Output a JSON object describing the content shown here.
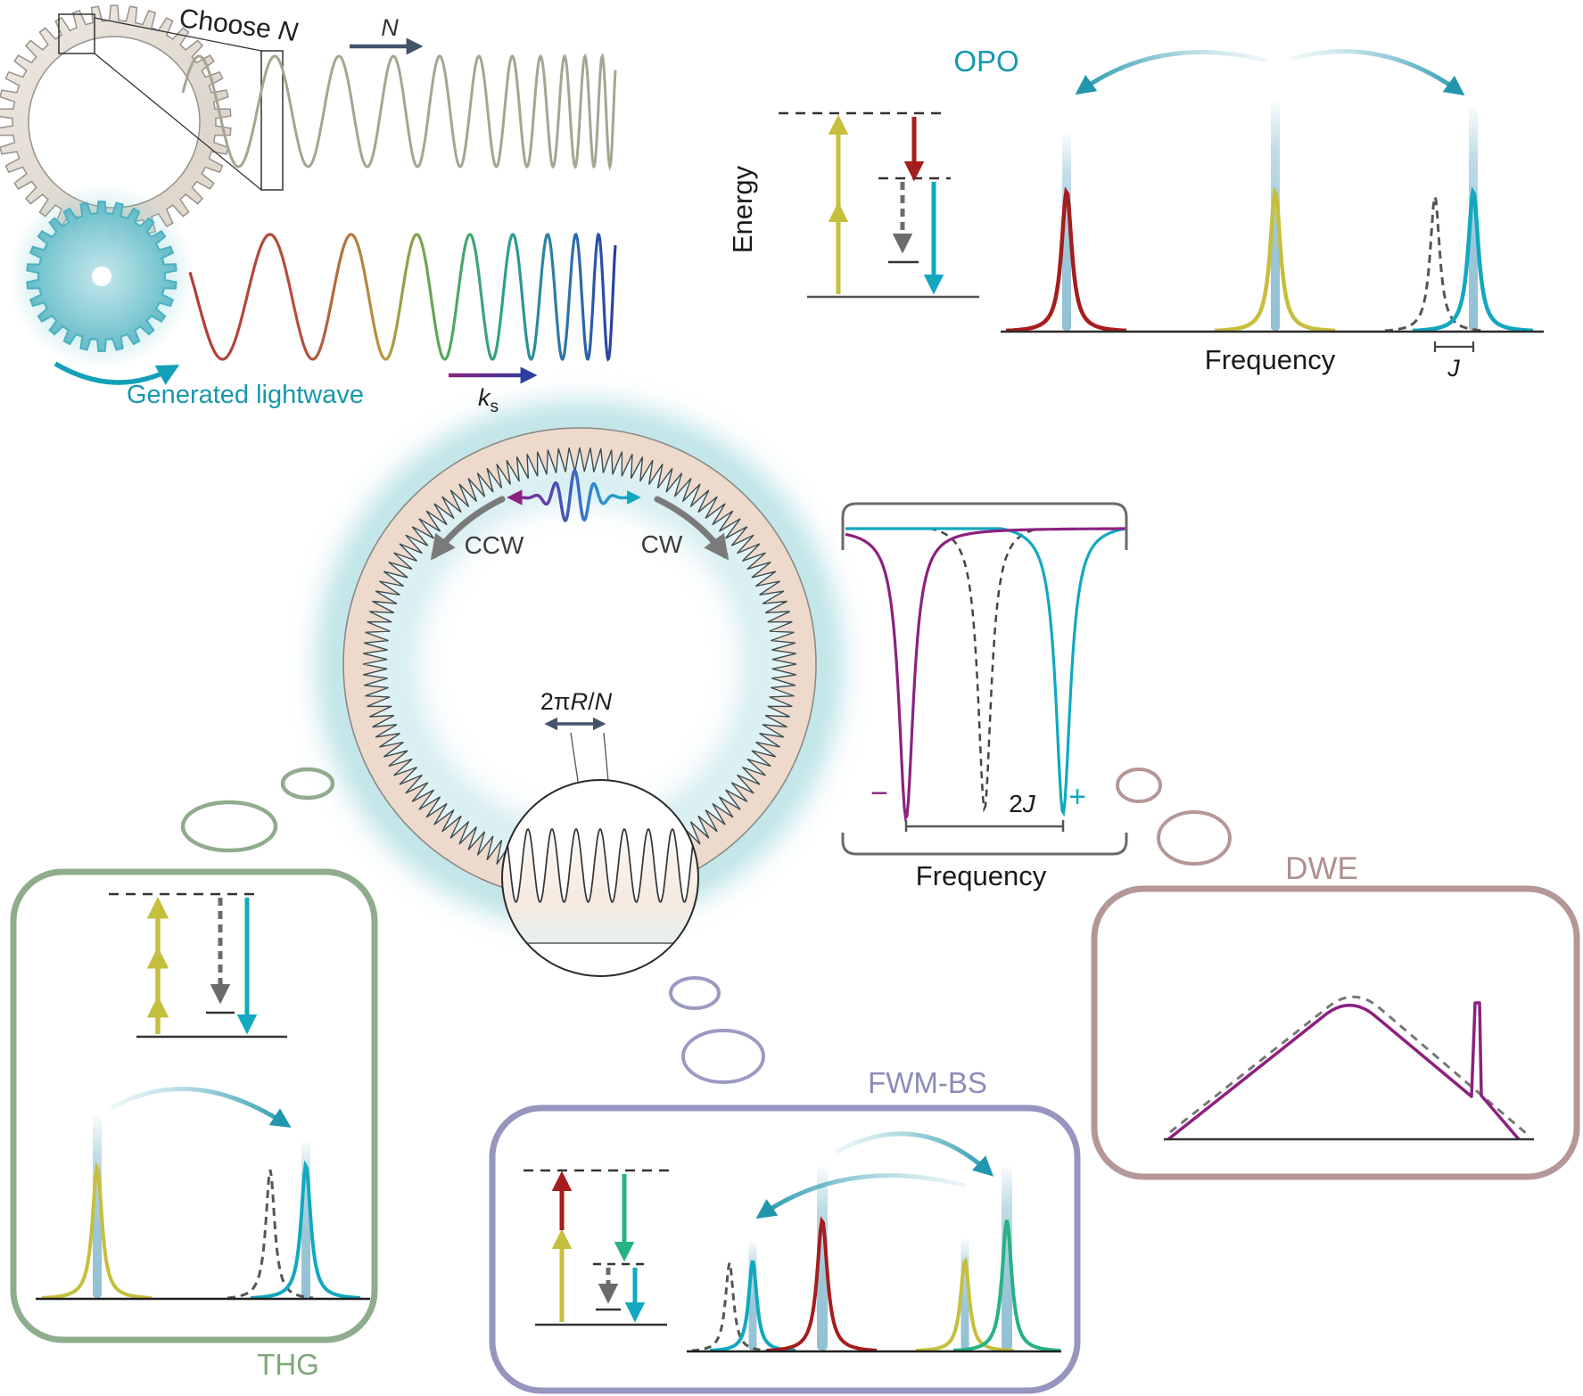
{
  "palette": {
    "teal_text": "#1898ae",
    "teal_arrow": "#2196ad",
    "yellow": "#c6bf3d",
    "dark_red": "#a51d1d",
    "cyan": "#12a8c0",
    "green": "#27b184",
    "purple": "#8c2180",
    "slate": "#44536b",
    "gray_arrow": "#6b6b6b",
    "ring_beige": "#eedacd",
    "glow_teal": "#7ec8ce",
    "bar_blue": "#9ec9da",
    "thg_green": "#8fac8c",
    "fwm_violet": "#9595c0",
    "dwe_mauve": "#b59797",
    "olive_wave": "#a5a591",
    "navy": "#2b3f9e"
  },
  "gear_panel": {
    "choose_prefix": "Choose ",
    "choose_var": "N",
    "n_arrow": "N",
    "generated": "Generated lightwave",
    "k": "k",
    "k_sub": "s"
  },
  "opo": {
    "title": "OPO",
    "energy_axis": "Energy",
    "frequency_axis": "Frequency",
    "j": "J"
  },
  "ring": {
    "ccw": "CCW",
    "cw": "CW",
    "p1": "2π",
    "p2": "R",
    "p3": "/",
    "p4": "N"
  },
  "splitting": {
    "minus": "−",
    "plus": "+",
    "twoj_2": "2",
    "twoj_j": "J",
    "frequency_axis": "Frequency"
  },
  "boxes": {
    "thg": "THG",
    "fwm": "FWM-BS",
    "dwe": "DWE"
  }
}
